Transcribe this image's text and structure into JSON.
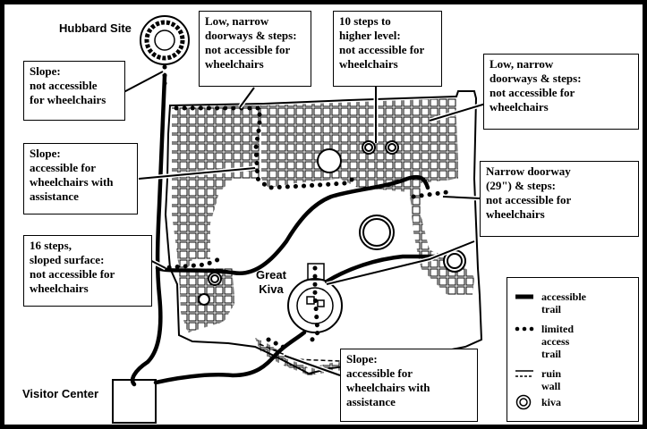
{
  "places": {
    "hubbard_site": "Hubbard Site",
    "great_kiva": "Great\nKiva",
    "visitor_center": "Visitor Center"
  },
  "callouts": {
    "slope_not_accessible": "Slope:\nnot accessible\nfor wheelchairs",
    "low_narrow_top": "Low, narrow\ndoorways & steps:\nnot accessible for\nwheelchairs",
    "ten_steps": "10 steps to\nhigher level:\nnot accessible for\nwheelchairs",
    "low_narrow_right": "Low, narrow\ndoorways & steps:\nnot accessible for\nwheelchairs",
    "slope_accessible_left": "Slope:\naccessible for\nwheelchairs with\nassistance",
    "narrow_doorway": "Narrow doorway\n(29\") & steps:\nnot accessible for\nwheelchairs",
    "sixteen_steps": "16 steps,\nsloped surface:\nnot accessible for\nwheelchairs",
    "slope_accessible_bottom": "Slope:\naccessible for\nwheelchairs with\nassistance"
  },
  "legend": {
    "accessible_trail": "accessible trail",
    "limited_access_trail": "limited access\ntrail",
    "ruin_wall": "ruin wall",
    "kiva": "kiva"
  },
  "colors": {
    "background": "#000000",
    "map_fill": "#ffffff",
    "ink": "#000000"
  }
}
